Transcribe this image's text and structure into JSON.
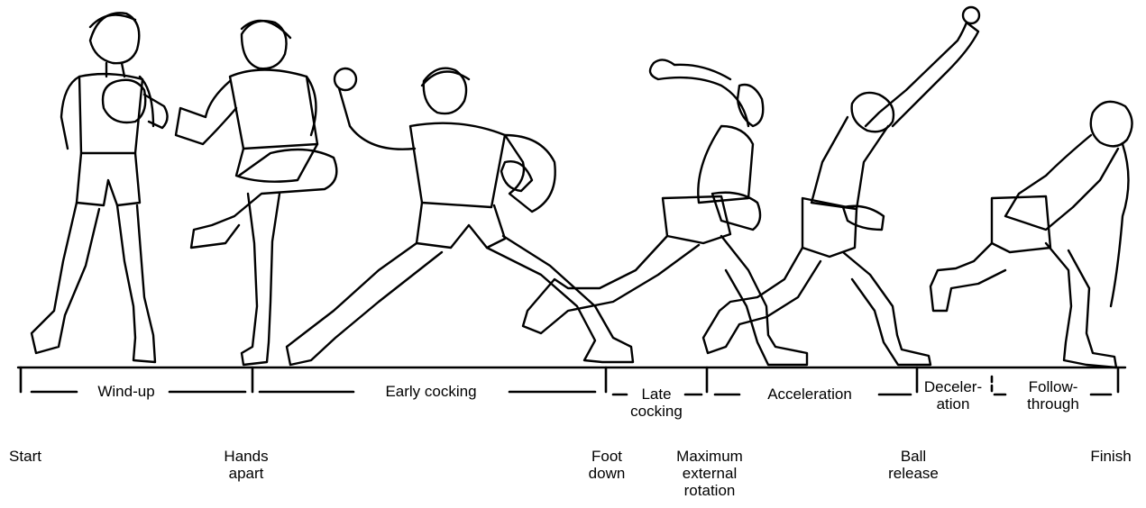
{
  "phases": [
    {
      "id": "wind-up",
      "label": "Wind-up"
    },
    {
      "id": "early-cocking",
      "label": "Early cocking"
    },
    {
      "id": "late-cocking",
      "label": "Late\ncocking"
    },
    {
      "id": "acceleration",
      "label": "Acceleration"
    },
    {
      "id": "deceleration",
      "label": "Deceler-\nation"
    },
    {
      "id": "follow-through",
      "label": "Follow-\nthrough"
    }
  ],
  "events": [
    {
      "id": "start",
      "label": "Start"
    },
    {
      "id": "hands-apart",
      "label": "Hands\napart"
    },
    {
      "id": "foot-down",
      "label": "Foot\ndown"
    },
    {
      "id": "max-ext-rotation",
      "label": "Maximum\nexternal\nrotation"
    },
    {
      "id": "ball-release",
      "label": "Ball\nrelease"
    },
    {
      "id": "finish",
      "label": "Finish"
    }
  ],
  "figures": [
    {
      "id": "pitcher-wind-up",
      "icon": "pitcher-figure-icon"
    },
    {
      "id": "pitcher-hands-apart",
      "icon": "pitcher-figure-icon"
    },
    {
      "id": "pitcher-early-cocking",
      "icon": "pitcher-figure-icon"
    },
    {
      "id": "pitcher-late-cocking",
      "icon": "pitcher-figure-icon"
    },
    {
      "id": "pitcher-acceleration",
      "icon": "pitcher-figure-icon"
    },
    {
      "id": "pitcher-follow-through",
      "icon": "pitcher-figure-icon"
    }
  ]
}
